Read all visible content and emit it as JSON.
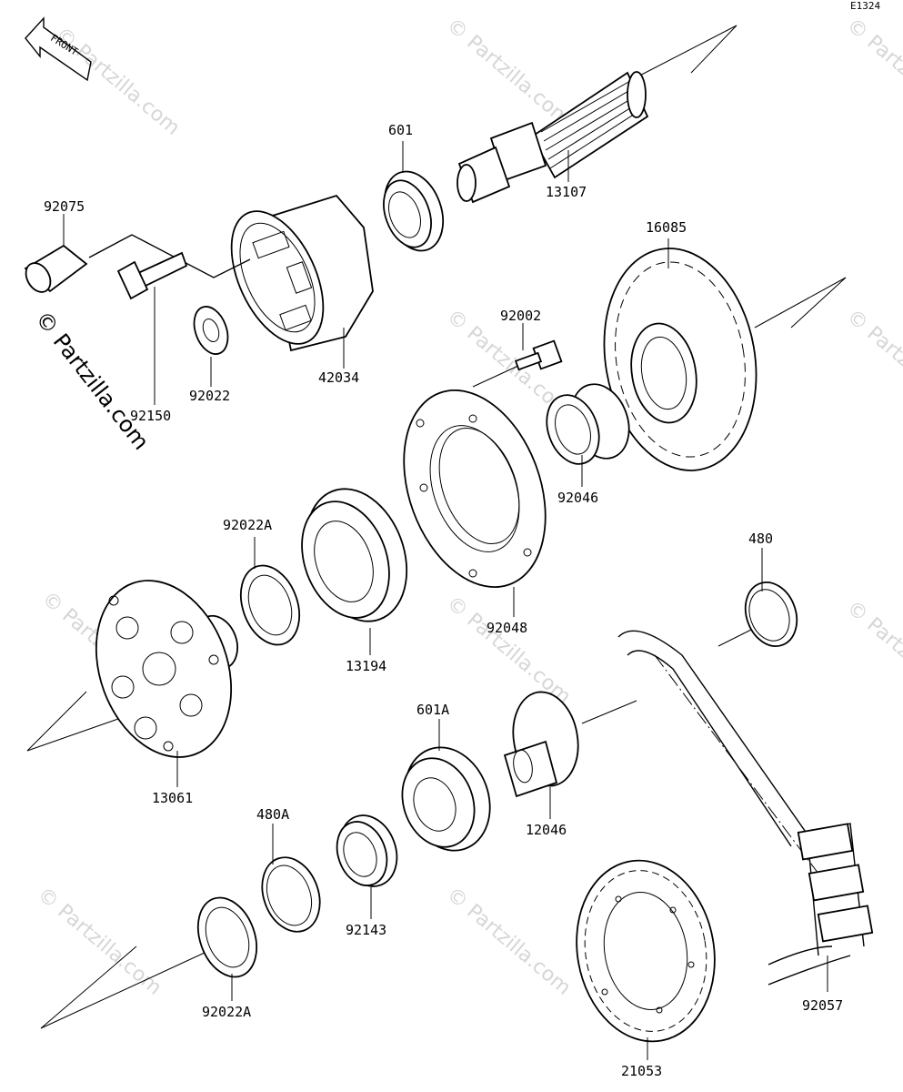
{
  "diagram": {
    "code": "E1324",
    "front_label": "FRONT",
    "watermarks": [
      "© Partzilla.com",
      "© Partzilla.com",
      "© Partzilla.com",
      "© Partzilla.com",
      "© Partzilla.com",
      "© Partzilla.com",
      "© Partzilla.com",
      "© Partzilla.com",
      "© Partzilla.com",
      "© Partzilla.com"
    ],
    "side_watermark": "© Partzilla.com",
    "parts": [
      {
        "id": "601"
      },
      {
        "id": "13107"
      },
      {
        "id": "92075"
      },
      {
        "id": "16085"
      },
      {
        "id": "92002"
      },
      {
        "id": "42034"
      },
      {
        "id": "92022"
      },
      {
        "id": "92150"
      },
      {
        "id": "92046"
      },
      {
        "id": "92022A"
      },
      {
        "id": "480"
      },
      {
        "id": "92048"
      },
      {
        "id": "13194"
      },
      {
        "id": "13061"
      },
      {
        "id": "601A"
      },
      {
        "id": "12046"
      },
      {
        "id": "480A"
      },
      {
        "id": "92143"
      },
      {
        "id": "92022A"
      },
      {
        "id": "92057"
      },
      {
        "id": "21053"
      }
    ]
  }
}
